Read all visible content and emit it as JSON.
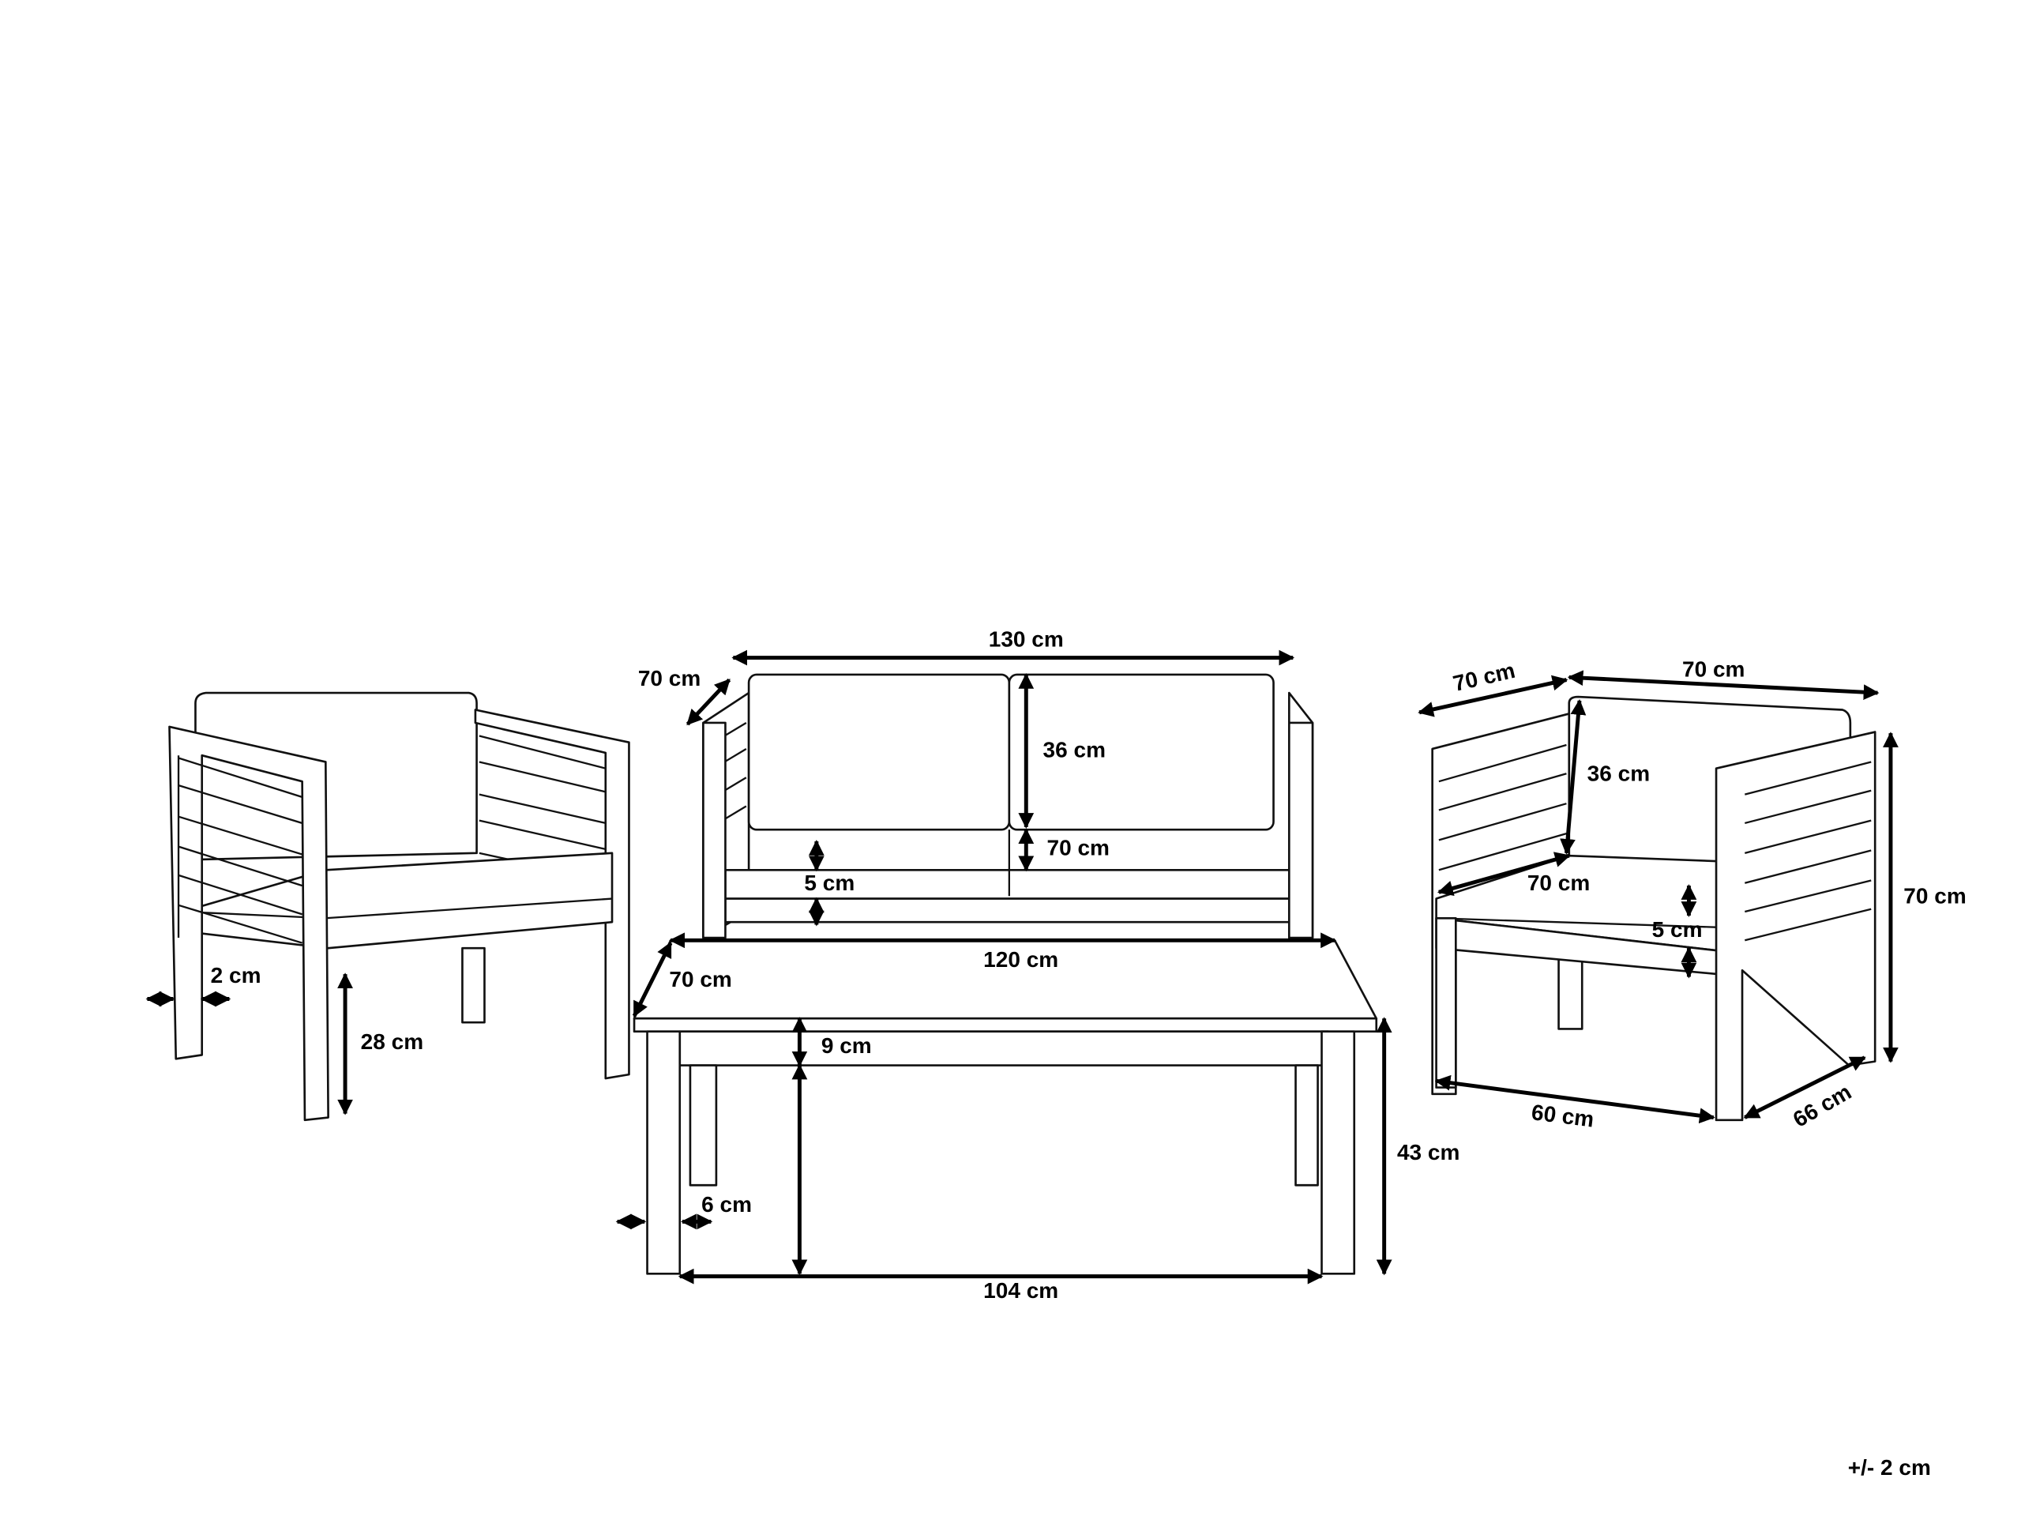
{
  "labels": {
    "sofa_width": "130 cm",
    "sofa_depth": "70 cm",
    "sofa_back_cushion": "36 cm",
    "sofa_height": "70 cm",
    "sofa_seat_cushion": "5 cm",
    "table_width": "120 cm",
    "table_depth": "70 cm",
    "table_apron": "9 cm",
    "table_height": "43 cm",
    "table_leg": "6 cm",
    "table_inner_width": "104 cm",
    "left_chair_slat": "2 cm",
    "left_chair_seat_height": "28 cm",
    "right_chair_depth": "70 cm",
    "right_chair_width": "70 cm",
    "right_chair_back_cushion": "36 cm",
    "right_chair_seat_depth": "70 cm",
    "right_chair_seat_cushion": "5 cm",
    "right_chair_height": "70 cm",
    "right_chair_inner_width": "60 cm",
    "right_chair_inner_depth": "66 cm",
    "tolerance": "+/- 2 cm"
  }
}
